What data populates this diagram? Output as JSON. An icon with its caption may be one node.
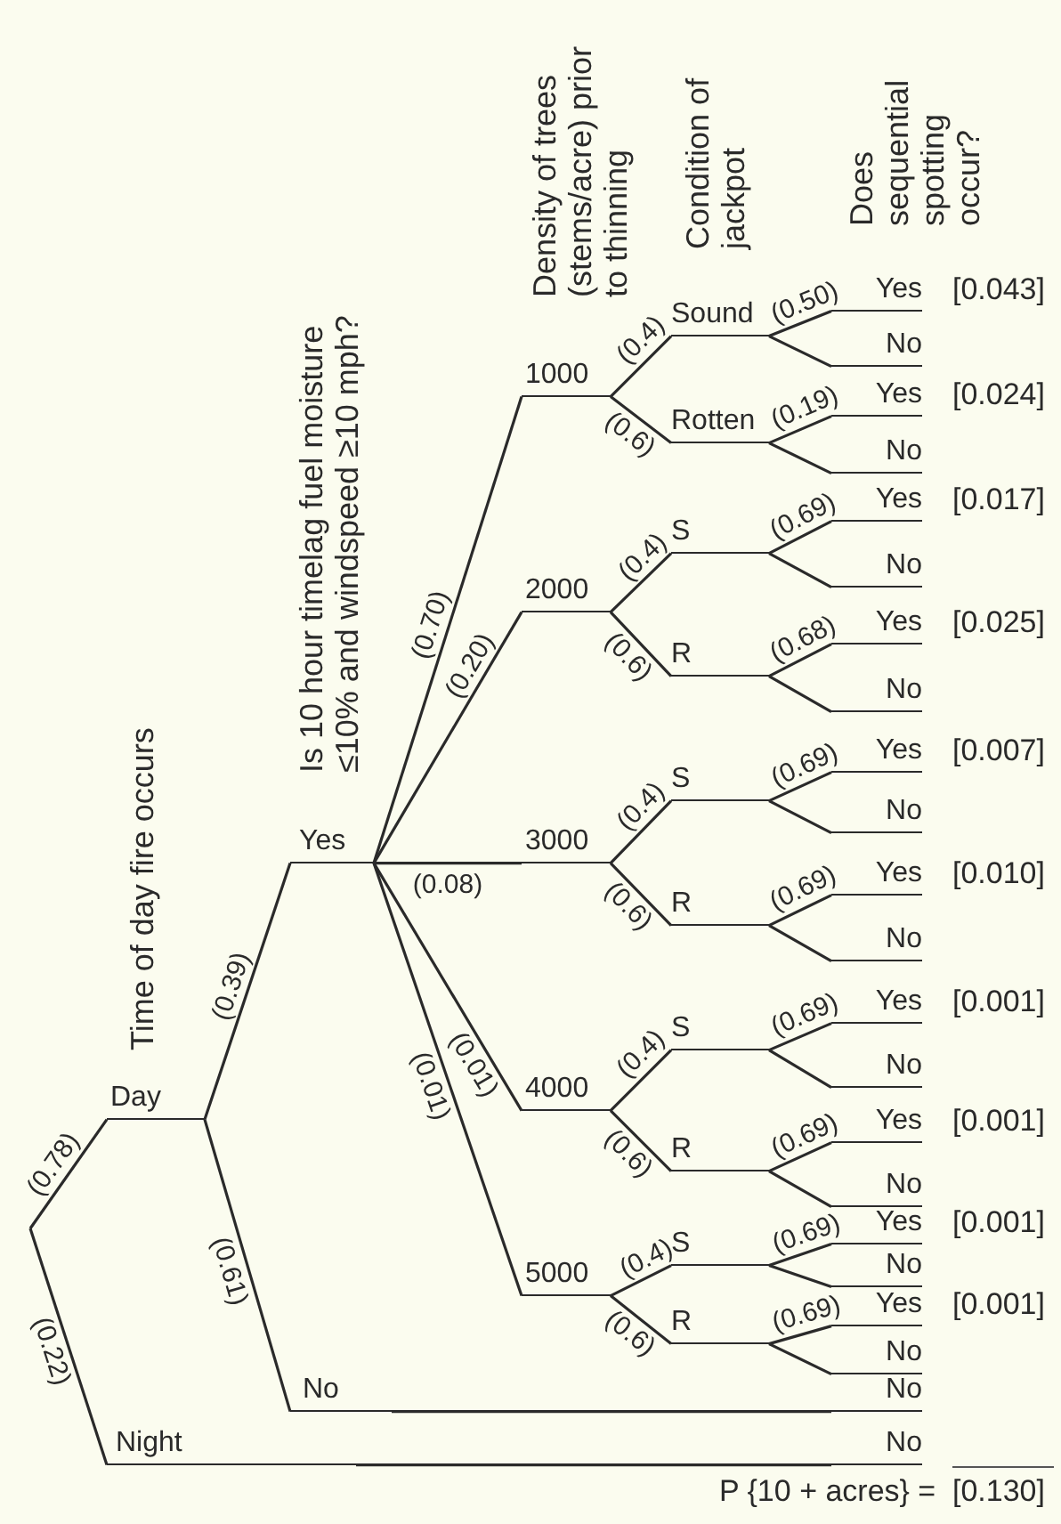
{
  "diagram": {
    "nodes": [
      {
        "text": [
          "Day"
        ]
      },
      {
        "text": [
          "Night"
        ]
      },
      {
        "text": [
          "Yes"
        ]
      },
      {
        "text": [
          "No"
        ]
      },
      {
        "text": [
          "1000"
        ]
      },
      {
        "text": [
          "2000"
        ]
      },
      {
        "text": [
          "3000"
        ]
      },
      {
        "text": [
          "4000"
        ]
      },
      {
        "text": [
          "5000"
        ]
      },
      {
        "text": [
          "Sound"
        ]
      },
      {
        "text": [
          "Rotten"
        ]
      },
      {
        "text": [
          "S"
        ]
      },
      {
        "text": [
          "R"
        ]
      },
      {
        "text": [
          "S"
        ]
      },
      {
        "text": [
          "R"
        ]
      },
      {
        "text": [
          "S"
        ]
      },
      {
        "text": [
          "R"
        ]
      },
      {
        "text": [
          "S"
        ]
      },
      {
        "text": [
          "R"
        ]
      },
      {
        "text": [
          "Yes"
        ],
        "beside": [
          "[0.043]"
        ]
      },
      {
        "text": [
          "No"
        ]
      },
      {
        "text": [
          "Yes"
        ],
        "beside": [
          "[0.024]"
        ]
      },
      {
        "text": [
          "No"
        ]
      },
      {
        "text": [
          "Yes"
        ],
        "beside": [
          "[0.017]"
        ]
      },
      {
        "text": [
          "No"
        ]
      },
      {
        "text": [
          "Yes"
        ],
        "beside": [
          "[0.025]"
        ]
      },
      {
        "text": [
          "No"
        ]
      },
      {
        "text": [
          "Yes"
        ],
        "beside": [
          "[0.007]"
        ]
      },
      {
        "text": [
          "No"
        ]
      },
      {
        "text": [
          "Yes"
        ],
        "beside": [
          "[0.010]"
        ]
      },
      {
        "text": [
          "No"
        ]
      },
      {
        "text": [
          "Yes"
        ],
        "beside": [
          "[0.001]"
        ]
      },
      {
        "text": [
          "No"
        ]
      },
      {
        "text": [
          "Yes"
        ],
        "beside": [
          "[0.001]"
        ]
      },
      {
        "text": [
          "No"
        ]
      },
      {
        "text": [
          "Yes"
        ],
        "beside": [
          "[0.001]"
        ]
      },
      {
        "text": [
          "No"
        ]
      },
      {
        "text": [
          "Yes"
        ],
        "beside": [
          "[0.001]"
        ]
      },
      {
        "text": [
          "No"
        ]
      },
      {
        "text": [
          "No"
        ]
      },
      {
        "text": [
          "No"
        ]
      }
    ],
    "edges": [
      {
        "from": null,
        "to": 0,
        "arrow": "none",
        "label": "(0.78)"
      },
      {
        "from": null,
        "to": 1,
        "arrow": "none",
        "label": "(0.22)"
      },
      {
        "from": 0,
        "to": 2,
        "arrow": "none",
        "label": "(0.39)"
      },
      {
        "from": 0,
        "to": 3,
        "arrow": "none",
        "label": "(0.61)"
      },
      {
        "from": 2,
        "to": 4,
        "arrow": "none",
        "label": "(0.70)"
      },
      {
        "from": 2,
        "to": 5,
        "arrow": "none",
        "label": "(0.20)"
      },
      {
        "from": 2,
        "to": 6,
        "arrow": "none",
        "label": "(0.08)"
      },
      {
        "from": 2,
        "to": 7,
        "arrow": "none",
        "label": "(0.01)"
      },
      {
        "from": 2,
        "to": 8,
        "arrow": "none",
        "label": "(0.01)"
      },
      {
        "from": 4,
        "to": 9,
        "arrow": "none",
        "label": "(0.4)"
      },
      {
        "from": 4,
        "to": 10,
        "arrow": "none",
        "label": "(0.6)"
      },
      {
        "from": 5,
        "to": 11,
        "arrow": "none",
        "label": "(0.4)"
      },
      {
        "from": 5,
        "to": 12,
        "arrow": "none",
        "label": "(0.6)"
      },
      {
        "from": 6,
        "to": 13,
        "arrow": "none",
        "label": "(0.4)"
      },
      {
        "from": 6,
        "to": 14,
        "arrow": "none",
        "label": "(0.6)"
      },
      {
        "from": 7,
        "to": 15,
        "arrow": "none",
        "label": "(0.4)"
      },
      {
        "from": 7,
        "to": 16,
        "arrow": "none",
        "label": "(0.6)"
      },
      {
        "from": 8,
        "to": 17,
        "arrow": "none",
        "label": "(0.4)"
      },
      {
        "from": 8,
        "to": 18,
        "arrow": "none",
        "label": "(0.6)"
      },
      {
        "from": 9,
        "to": 19,
        "arrow": "none",
        "label": "(0.50)"
      },
      {
        "from": 9,
        "to": 20,
        "arrow": "none"
      },
      {
        "from": 10,
        "to": 21,
        "arrow": "none",
        "label": "(0.19)"
      },
      {
        "from": 10,
        "to": 22,
        "arrow": "none"
      },
      {
        "from": 11,
        "to": 23,
        "arrow": "none",
        "label": "(0.69)"
      },
      {
        "from": 11,
        "to": 24,
        "arrow": "none"
      },
      {
        "from": 12,
        "to": 25,
        "arrow": "none",
        "label": "(0.68)"
      },
      {
        "from": 12,
        "to": 26,
        "arrow": "none"
      },
      {
        "from": 13,
        "to": 27,
        "arrow": "none",
        "label": "(0.69)"
      },
      {
        "from": 13,
        "to": 28,
        "arrow": "none"
      },
      {
        "from": 14,
        "to": 29,
        "arrow": "none",
        "label": "(0.69)"
      },
      {
        "from": 14,
        "to": 30,
        "arrow": "none"
      },
      {
        "from": 15,
        "to": 31,
        "arrow": "none",
        "label": "(0.69)"
      },
      {
        "from": 15,
        "to": 32,
        "arrow": "none"
      },
      {
        "from": 16,
        "to": 33,
        "arrow": "none",
        "label": "(0.69)"
      },
      {
        "from": 16,
        "to": 34,
        "arrow": "none"
      },
      {
        "from": 17,
        "to": 35,
        "arrow": "none",
        "label": "(0.69)"
      },
      {
        "from": 17,
        "to": 36,
        "arrow": "none"
      },
      {
        "from": 18,
        "to": 37,
        "arrow": "none",
        "label": "(0.69)"
      },
      {
        "from": 18,
        "to": 38,
        "arrow": "none"
      },
      {
        "from": 3,
        "to": 39,
        "arrow": "none"
      },
      {
        "from": 1,
        "to": 40,
        "arrow": "none"
      }
    ],
    "labels": [
      "Time of day fire occurs",
      "Is 10 hour timelag fuel moisture ≤10% and windspeed ≥10 mph?",
      "Density of trees (stems/acre) prior to thinning",
      "Condition of jackpot",
      "Does sequential spotting occur?",
      "P {10 + acres} =",
      "[0.130]"
    ]
  }
}
